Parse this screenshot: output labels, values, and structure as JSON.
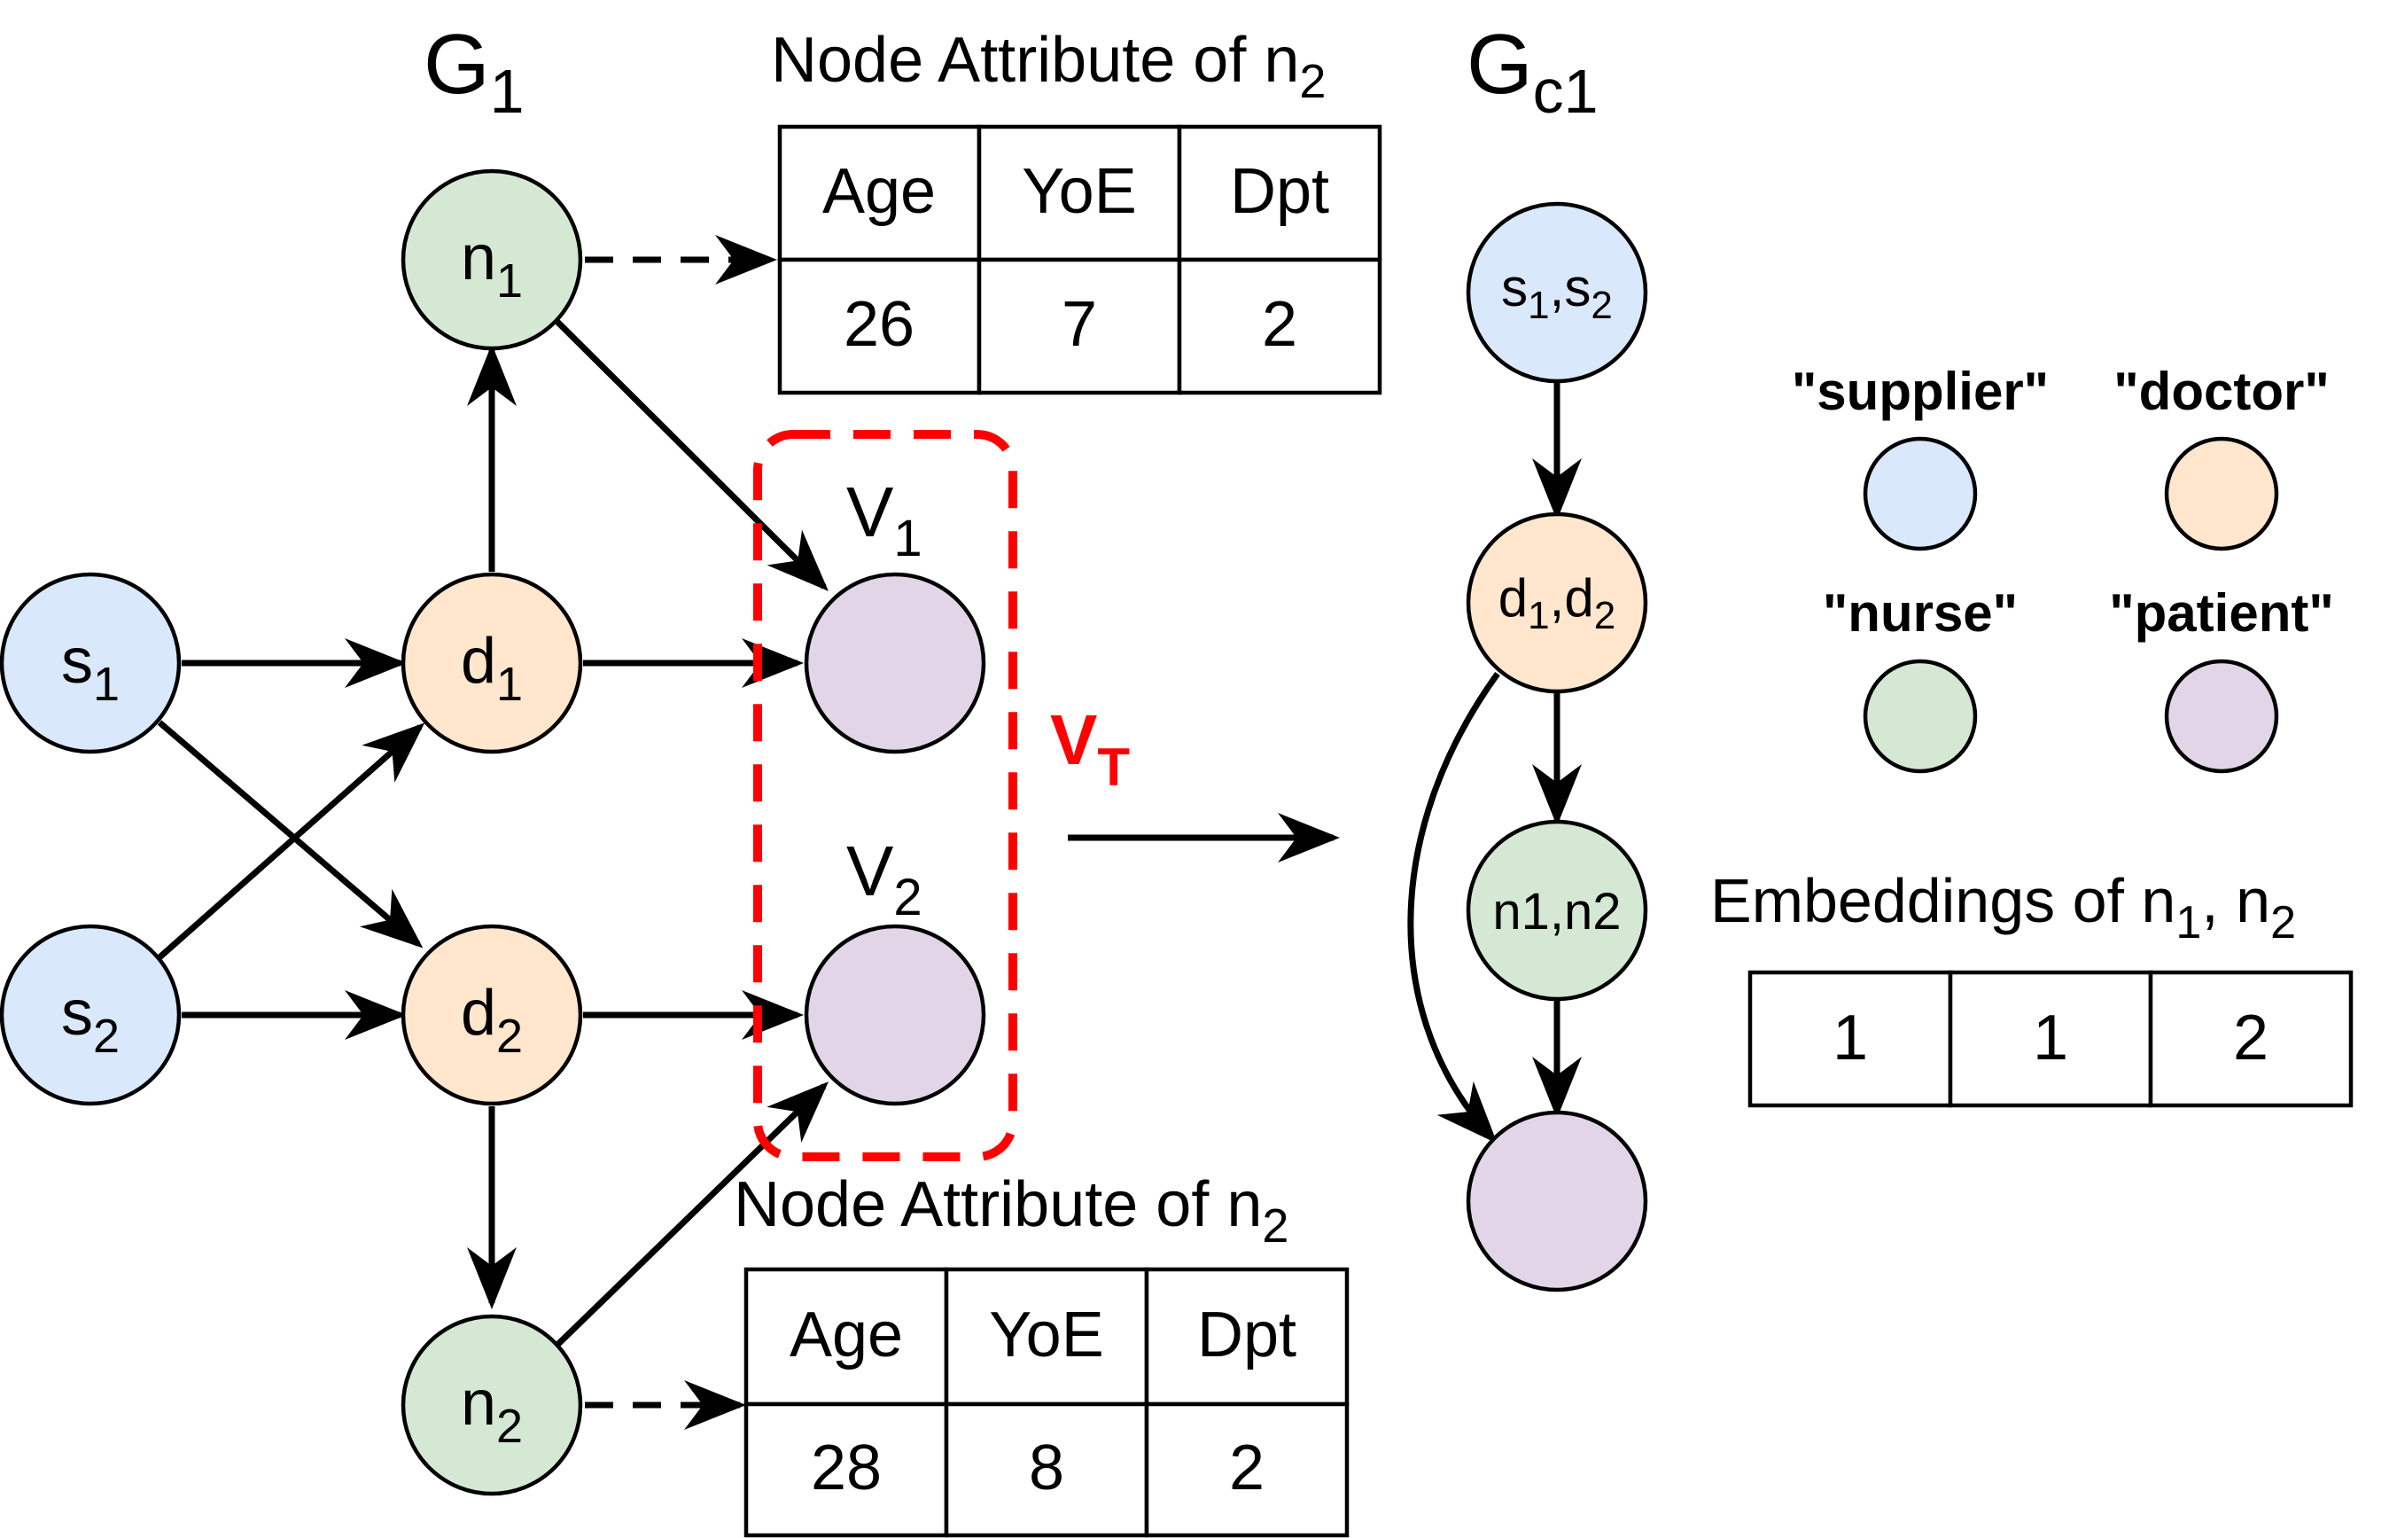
{
  "colors": {
    "supplier": "#dae8fc",
    "doctor": "#ffe6cc",
    "nurse": "#d5e8d4",
    "patient": "#e1d5e7",
    "highlight": "#ff0000",
    "stroke": "#000000"
  },
  "graph_g1": {
    "title_main": "G",
    "title_sub": "1",
    "nodes": {
      "s1": {
        "main": "s",
        "sub": "1"
      },
      "s2": {
        "main": "s",
        "sub": "2"
      },
      "d1": {
        "main": "d",
        "sub": "1"
      },
      "d2": {
        "main": "d",
        "sub": "2"
      },
      "n1": {
        "main": "n",
        "sub": "1"
      },
      "n2": {
        "main": "n",
        "sub": "2"
      }
    },
    "v1_label": {
      "main": "V",
      "sub": "1"
    },
    "v2_label": {
      "main": "V",
      "sub": "2"
    }
  },
  "target_label": {
    "main": "V",
    "sub": "T"
  },
  "table_top": {
    "caption_main": "Node Attribute of n",
    "caption_sub": "2",
    "headers": [
      "Age",
      "YoE",
      "Dpt"
    ],
    "values": [
      "26",
      "7",
      "2"
    ]
  },
  "table_bottom": {
    "caption_main": "Node Attribute of n",
    "caption_sub": "2",
    "headers": [
      "Age",
      "YoE",
      "Dpt"
    ],
    "values": [
      "28",
      "8",
      "2"
    ]
  },
  "graph_gc1": {
    "title_main": "G",
    "title_sub": "c1",
    "node_s": {
      "a": "s",
      "a_sub": "1",
      "sep": ",",
      "b": "s",
      "b_sub": "2"
    },
    "node_d": {
      "a": "d",
      "a_sub": "1",
      "sep": ",",
      "b": "d",
      "b_sub": "2"
    },
    "node_n": {
      "text": "n1,n2"
    }
  },
  "legend": {
    "supplier": "\"supplier\"",
    "doctor": "\"doctor\"",
    "nurse": "\"nurse\"",
    "patient": "\"patient\""
  },
  "embeddings": {
    "caption_main": "Embeddings of n",
    "caption_sub1": "1",
    "caption_mid": ", n",
    "caption_sub2": "2",
    "values": [
      "1",
      "1",
      "2"
    ]
  }
}
